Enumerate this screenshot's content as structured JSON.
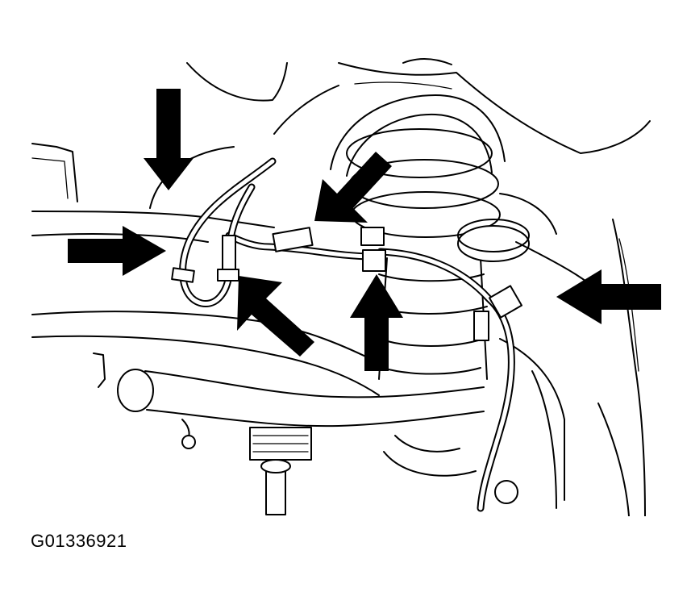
{
  "figure": {
    "code": "G01336921"
  },
  "colors": {
    "line": "#000000",
    "background": "#ffffff",
    "arrow": "#000000"
  },
  "callout_arrows": [
    {
      "id": "arrow-top",
      "direction": "down"
    },
    {
      "id": "arrow-left",
      "direction": "right"
    },
    {
      "id": "arrow-lower-middle",
      "direction": "up-left"
    },
    {
      "id": "arrow-upper-middle",
      "direction": "down-left"
    },
    {
      "id": "arrow-center",
      "direction": "up"
    },
    {
      "id": "arrow-right",
      "direction": "left"
    }
  ]
}
